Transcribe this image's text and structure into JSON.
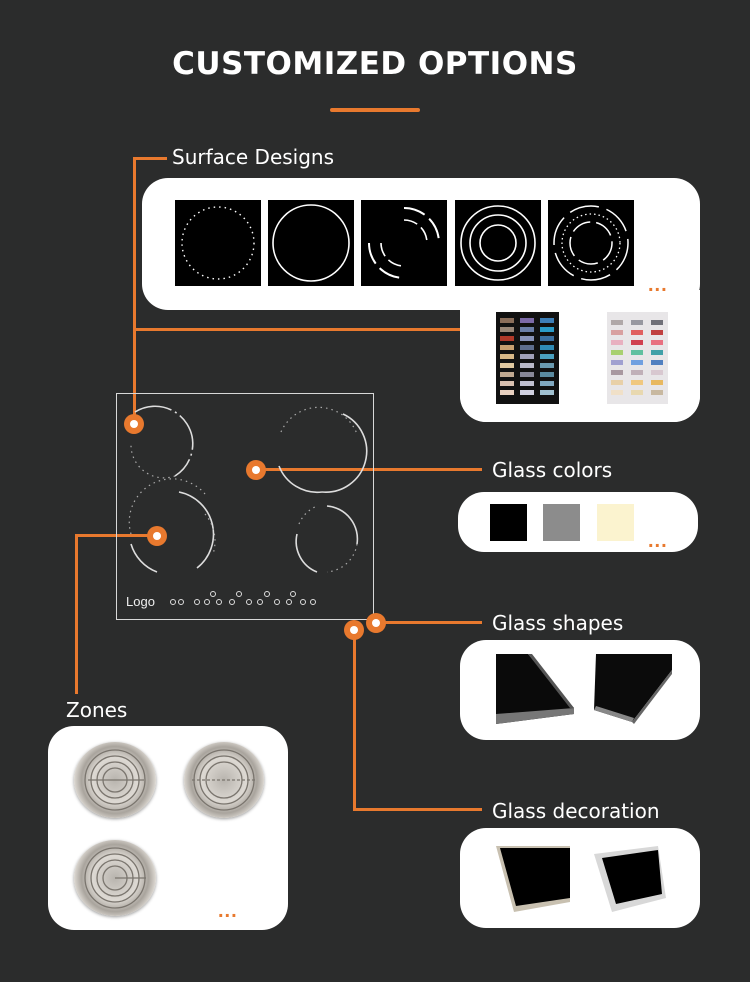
{
  "title": "CUSTOMIZED OPTIONS",
  "labels": {
    "surface_designs": "Surface Designs",
    "glass_colors": "Glass colors",
    "glass_shapes": "Glass shapes",
    "glass_decoration": "Glass decoration",
    "zones": "Zones"
  },
  "cooktop_logo": "Logo",
  "more_indicator": "...",
  "colors": {
    "accent": "#e8792e",
    "background": "#2b2c2c",
    "swatches": [
      "#000000",
      "#8c8c8c",
      "#fbf3cf"
    ]
  }
}
